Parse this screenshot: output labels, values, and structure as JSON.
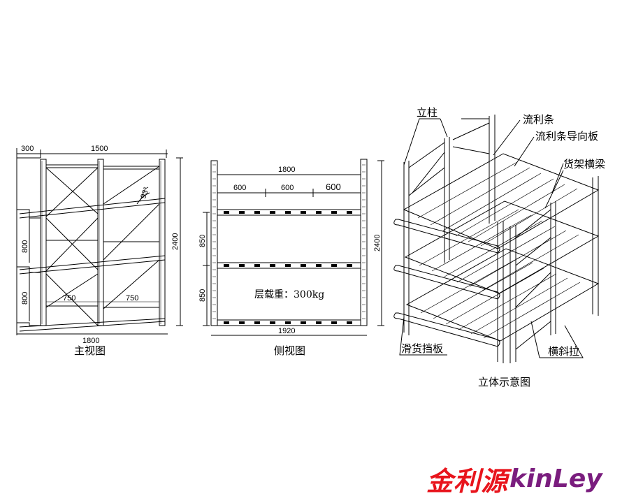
{
  "front_view": {
    "caption": "主视图",
    "dim_top_left": "300",
    "dim_top_main": "1500",
    "dim_height": "2400",
    "dim_level_1": "800",
    "dim_level_2": "800",
    "dim_bay_left": "750",
    "dim_bay_right": "750",
    "dim_bottom": "1800",
    "angle": "93°"
  },
  "side_view": {
    "caption": "侧视图",
    "dim_top": "1800",
    "dim_sub_1": "600",
    "dim_sub_2": "600",
    "dim_sub_3": "600",
    "dim_level_1": "850",
    "dim_level_2": "850",
    "dim_height": "2400",
    "dim_bottom": "1920",
    "load_text": "层载重：300kg"
  },
  "iso_view": {
    "caption": "立体示意图",
    "callout_upright": "立柱",
    "callout_roller_track": "流利条",
    "callout_track_guide": "流利条导向板",
    "callout_beam": "货架横梁",
    "callout_stop_plate": "滑货挡板",
    "callout_cross_brace": "横斜拉"
  },
  "brand": {
    "name_cn": "金利源",
    "name_en": "kinLey"
  }
}
